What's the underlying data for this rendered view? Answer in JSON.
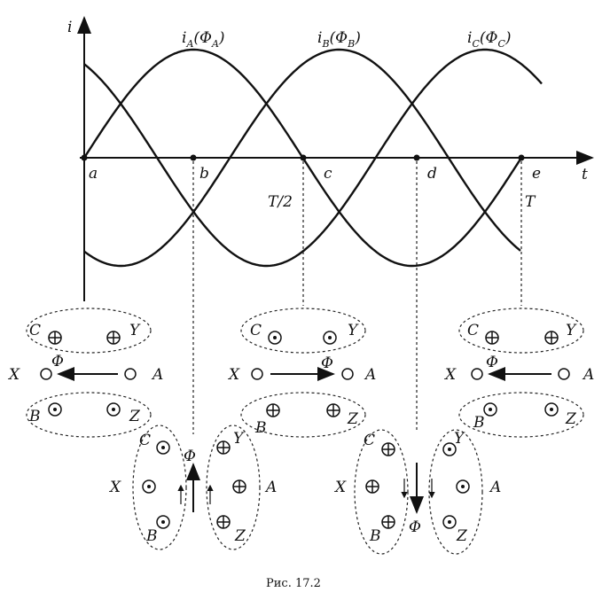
{
  "axes": {
    "y_label": "i",
    "x_label": "t"
  },
  "curves": [
    {
      "name": "A",
      "current": "i",
      "current_sub": "A",
      "flux": "Φ",
      "flux_sub": "A"
    },
    {
      "name": "B",
      "current": "i",
      "current_sub": "B",
      "flux": "Φ",
      "flux_sub": "B"
    },
    {
      "name": "C",
      "current": "i",
      "current_sub": "C",
      "flux": "Φ",
      "flux_sub": "C"
    }
  ],
  "points": [
    "a",
    "b",
    "c",
    "d",
    "e"
  ],
  "ticks": {
    "half_period": "T/2",
    "period": "T"
  },
  "phase_labels": {
    "A": "A",
    "B": "B",
    "C": "C",
    "X": "X",
    "Y": "Y",
    "Z": "Z"
  },
  "flux_symbol": "Φ",
  "caption": "Рис. 17.2"
}
